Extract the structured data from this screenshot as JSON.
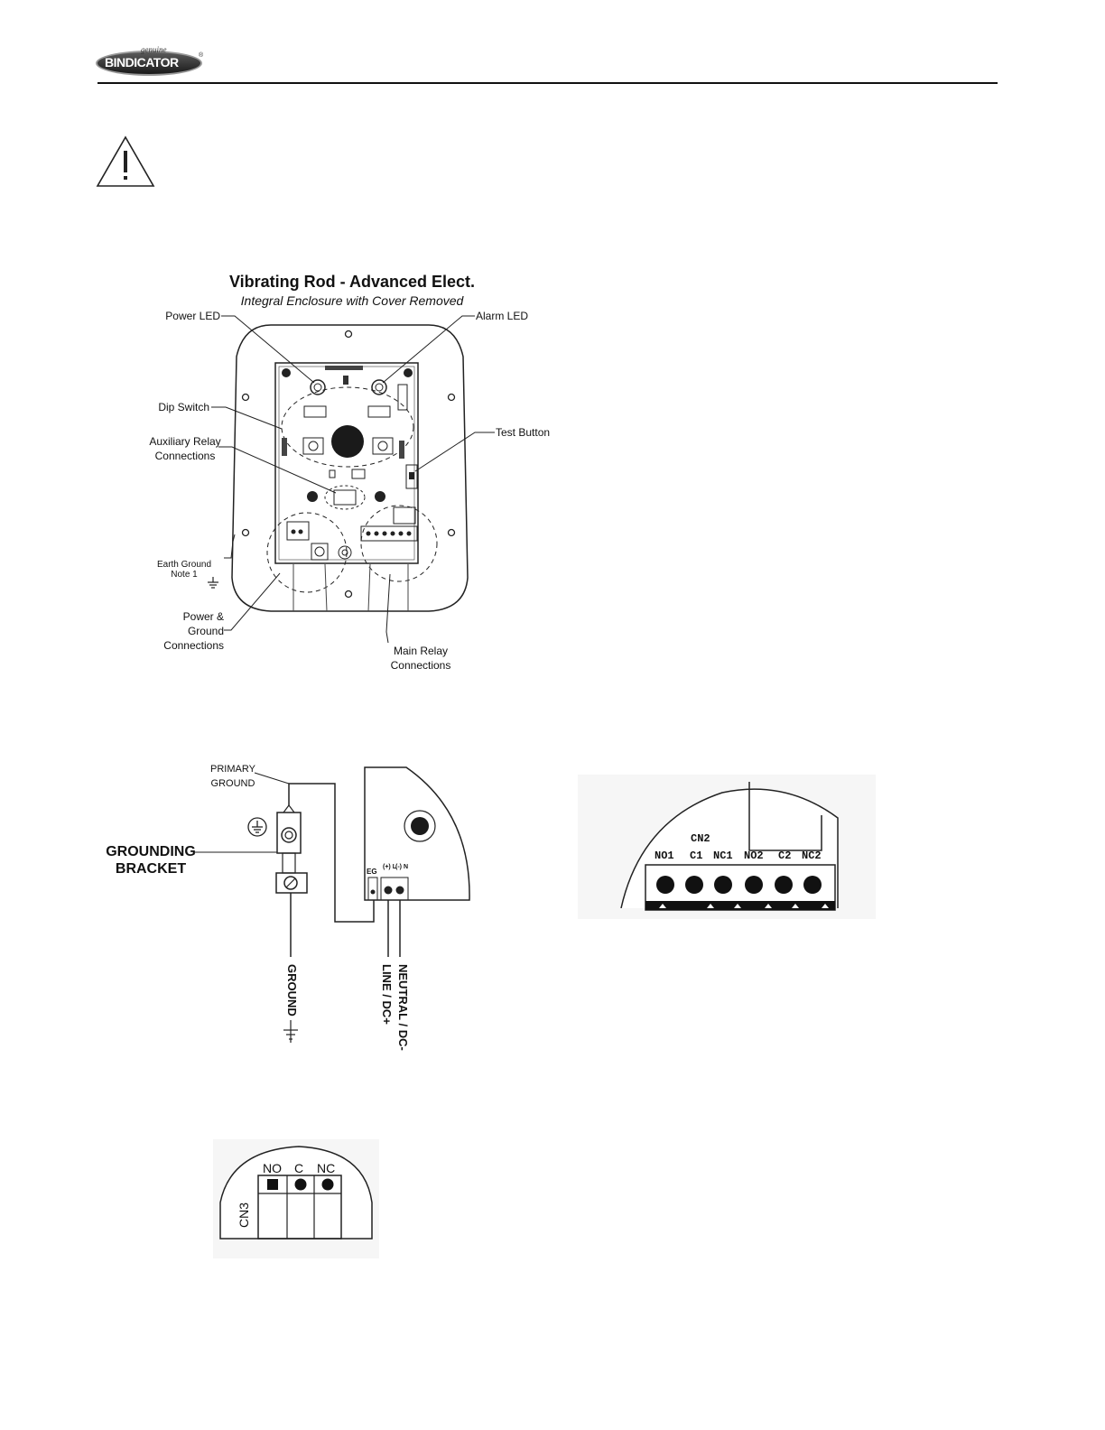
{
  "header": {
    "logo_small": "genuine",
    "logo_big": "BINDICATOR",
    "logo_reg": "®"
  },
  "figure1": {
    "title": "Vibrating Rod - Advanced Elect.",
    "subtitle": "Integral Enclosure with Cover Removed",
    "labels": {
      "power_led": "Power LED",
      "alarm_led": "Alarm LED",
      "dip_switch": "Dip Switch",
      "aux_relay_1": "Auxiliary Relay",
      "aux_relay_2": "Connections",
      "test_button": "Test Button",
      "earth_ground_1": "Earth Ground",
      "earth_ground_2": "Note 1",
      "power_ground_1": "Power &",
      "power_ground_2": "Ground",
      "power_ground_3": "Connections",
      "main_relay_1": "Main Relay",
      "main_relay_2": "Connections"
    }
  },
  "figure2": {
    "primary_ground_1": "PRIMARY",
    "primary_ground_2": "GROUND",
    "grounding_bracket_1": "GROUNDING",
    "grounding_bracket_2": "BRACKET",
    "ground": "GROUND",
    "line": "LINE / DC+",
    "neutral": "NEUTRAL / DC-",
    "eg": "EG",
    "plus_l": "(+) L",
    "minus_n": "(-) N"
  },
  "figure3": {
    "connector": "CN2",
    "terminals": [
      "NO1",
      "C1",
      "NC1",
      "NO2",
      "C2",
      "NC2"
    ]
  },
  "figure4": {
    "connector": "CN3",
    "terminals": [
      "NO",
      "C",
      "NC"
    ]
  }
}
